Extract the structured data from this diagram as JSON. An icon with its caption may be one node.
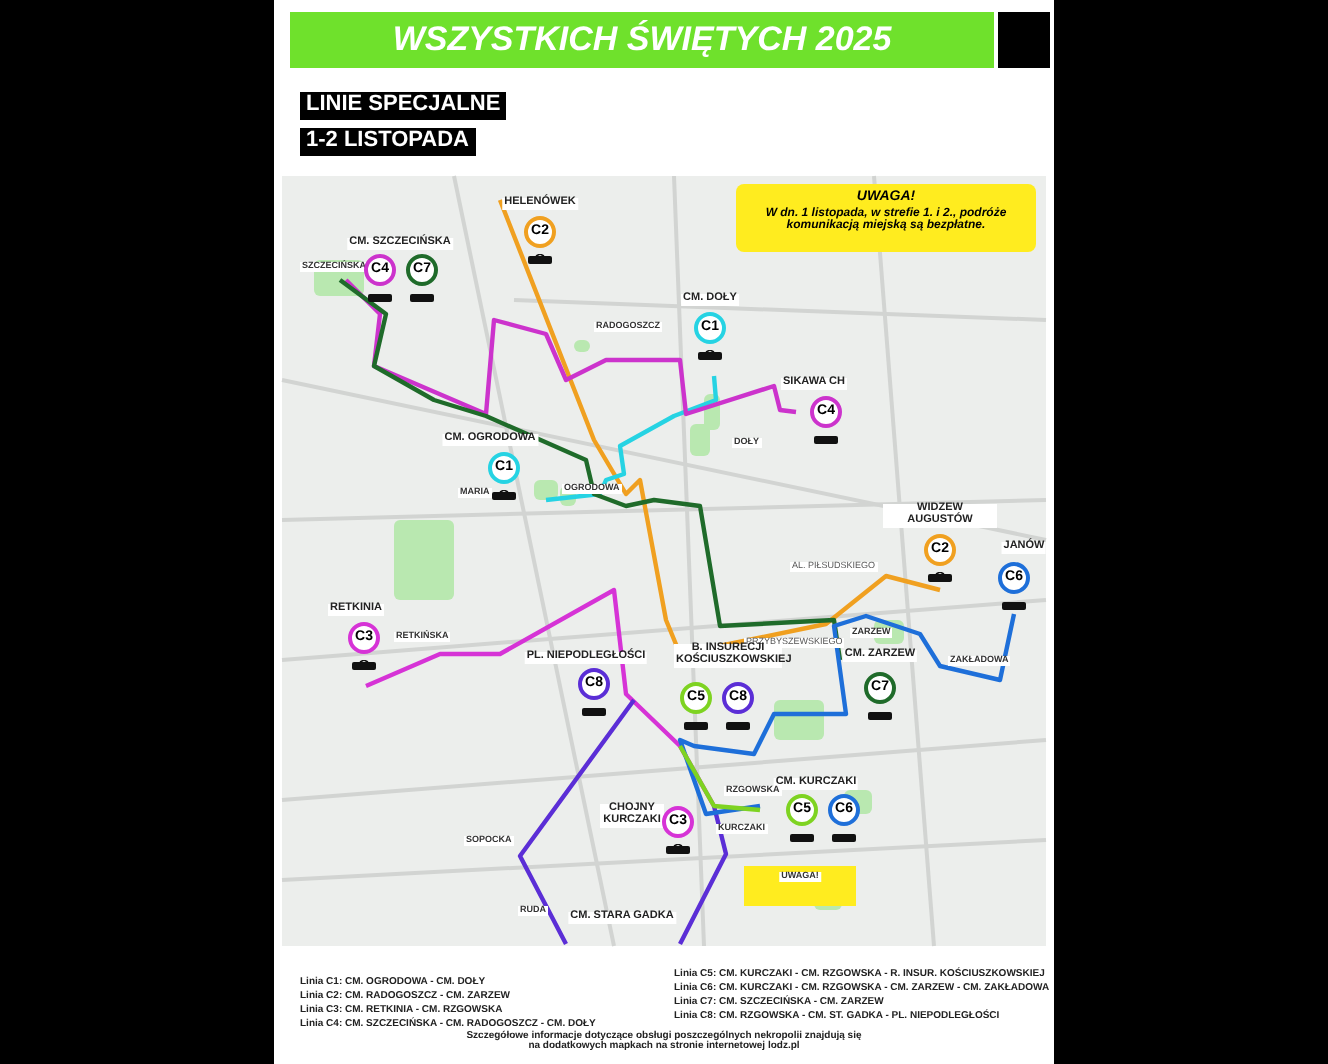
{
  "diagram": {
    "title": "WSZYSTKICH ŚWIĘTYCH 2025",
    "caption": "Szczegółowe informacje dotyczące obsługi poszczególnych nekropolii znajdują się na dodatkowych mapkach na stronie internetowej lodz.pl",
    "labels": [
      "LINIE SPECJALNE",
      "1-2 LISTOPADA",
      "HELENÓWEK",
      "C2",
      "UWAGA!",
      "W dn. 1 listopada, w strefie 1. i 2., podróże komunikacją miejską są bezpłatne.",
      "CM. SZCZECIŃSKA",
      "SZCZECIŃSKA",
      "C4",
      "C7",
      "RADOGOSZCZ",
      "CM. DOŁY",
      "C1",
      "SIKAWA CH",
      "C4",
      "DOŁY",
      "CM. OGRODOWA",
      "C1",
      "MARIA",
      "OGRODOWA",
      "WIDZEW AUGUSTÓW",
      "C2",
      "JANÓW",
      "C6",
      "AL. PIŁSUDSKIEGO",
      "RETKINIA",
      "C3",
      "RETKIŃSKA",
      "PRZYBYSZEWSKIEGO",
      "ZARZEW",
      "CM. ZARZEW",
      "ZAKŁADOWA",
      "PL. NIEPODLEGŁOŚCI",
      "C8",
      "B. INSURECJI KOŚCIUSZKOWSKIEJ",
      "C5",
      "C8",
      "C7",
      "CM. KURCZAKI",
      "C5",
      "C6",
      "RZGOWSKA",
      "CHOJNY KURCZAKI",
      "C3",
      "KURCZAKI",
      "SOPOCKA",
      "UWAGA!",
      "RUDA",
      "CM. STARA GADKA",
      "Linia C1: CM. OGRODOWA - CM. DOŁY",
      "Linia C2: CM. RADOGOSZCZ - CM. ZARZEW",
      "Linia C3: CM. RETKINIA - CM. RZGOWSKA",
      "Linia C4: CM. SZCZECIŃSKA - CM. RADOGOSZCZ - CM. DOŁY",
      "Linia C5: CM. KURCZAKI - CM. RZGOWSKA - R. INSUR. KOŚCIUSZKOWSKIEJ",
      "Linia C6: CM. KURCZAKI - CM. RZGOWSKA - CM. ZARZEW - CM. ZAKŁADOWA",
      "Linia C7: CM. SZCZECIŃSKA - CM. ZARZEW",
      "Linia C8: CM. RZGOWSKA - CM. ST. GADKA - PL. NIEPODLEGŁOŚCI"
    ]
  }
}
